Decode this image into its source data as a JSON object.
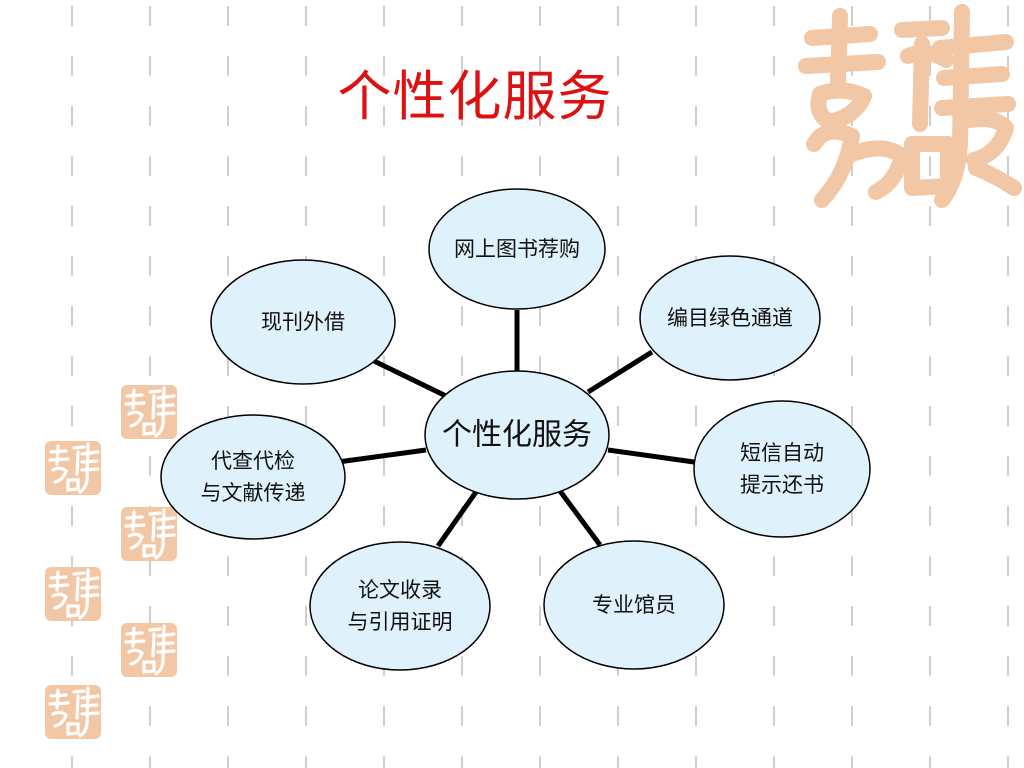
{
  "title": "个性化服务",
  "colors": {
    "title": "#dd1111",
    "node_fill": "#dff2fb",
    "node_stroke": "#000000",
    "connector": "#000000",
    "seal": "#f2c7a6",
    "dash": "#cfcfcf"
  },
  "diagram": {
    "center": {
      "label": "个性化服务"
    },
    "nodes": [
      {
        "id": "purchase",
        "lines": [
          "网上图书荐购"
        ]
      },
      {
        "id": "cataloging",
        "lines": [
          "编目绿色通道"
        ]
      },
      {
        "id": "sms",
        "lines": [
          "短信自动",
          "提示还书"
        ]
      },
      {
        "id": "librarian",
        "lines": [
          "专业馆员"
        ]
      },
      {
        "id": "thesis",
        "lines": [
          "论文收录",
          "与引用证明"
        ]
      },
      {
        "id": "search",
        "lines": [
          "代查代检",
          "与文献传递"
        ]
      },
      {
        "id": "periodical",
        "lines": [
          "现刊外借"
        ]
      }
    ]
  },
  "decorations": {
    "seal_icon": "auspicious-seal-icon"
  }
}
